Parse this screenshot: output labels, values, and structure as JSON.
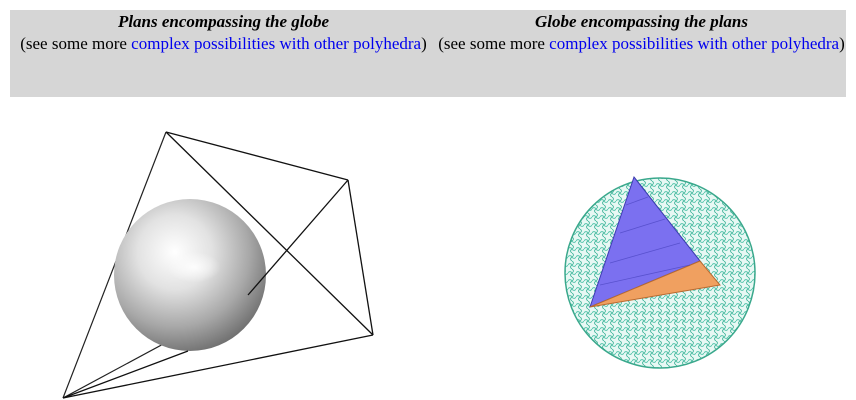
{
  "columns": [
    {
      "title": "Plans encompassing the globe",
      "desc_prefix": "(see some more ",
      "link_text": "complex possibilities with other polyhedra",
      "desc_suffix": ")"
    },
    {
      "title": "Globe encompassing the plans",
      "desc_prefix": "(see some more ",
      "link_text": "complex possibilities with other polyhedra",
      "desc_suffix": ")"
    }
  ],
  "colors": {
    "header_background": "#d6d6d6",
    "link": "#0000ee",
    "globe_mesh": "#5fc8b0",
    "face_blue": "#7b70f0",
    "face_orange": "#f0a060",
    "face_green": "#c8ecd0"
  }
}
